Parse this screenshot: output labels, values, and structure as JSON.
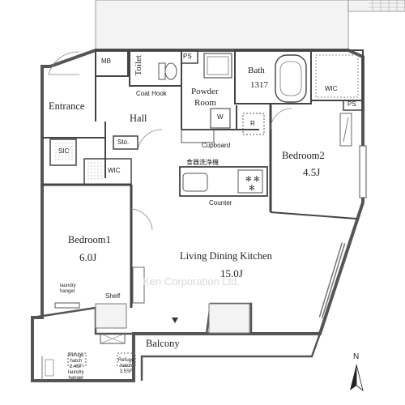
{
  "rooms": {
    "mb": "MB",
    "toilet": "Toilet",
    "ps_top": "PS",
    "bath": "Bath",
    "bath_size": "1317",
    "wic_right": "WIC",
    "ps_right": "PS",
    "entrance": "Entrance",
    "coat_hook": "Coat Hook",
    "powder_room_1": "Powder",
    "powder_room_2": "Room",
    "hall": "Hall",
    "sic": "SIC",
    "sto": "Sto.",
    "wic_left": "WIC",
    "cupboard": "Cupboard",
    "r_mark": "R",
    "w_mark": "W",
    "bedroom2": "Bedroom2",
    "bedroom2_size": "4.5J",
    "dishwasher": "食器洗浄機",
    "counter": "Counter",
    "bedroom1": "Bedroom1",
    "bedroom1_size": "6.0J",
    "laundry_hanger_1": "laundry",
    "laundry_hanger_2": "hanger",
    "shelf": "Shelf",
    "ldk": "Living Dining Kitchen",
    "ldk_size": "15.0J",
    "balcony": "Balcony",
    "refuge_hatch_1": [
      "Refuge",
      "hatch",
      "2.4SF",
      "laundry",
      "hanger"
    ],
    "refuge_hatch_2": [
      "Refuge",
      "hatch",
      "3.5SF"
    ],
    "north": "N"
  },
  "watermark": "Ken Corporation Ltd."
}
